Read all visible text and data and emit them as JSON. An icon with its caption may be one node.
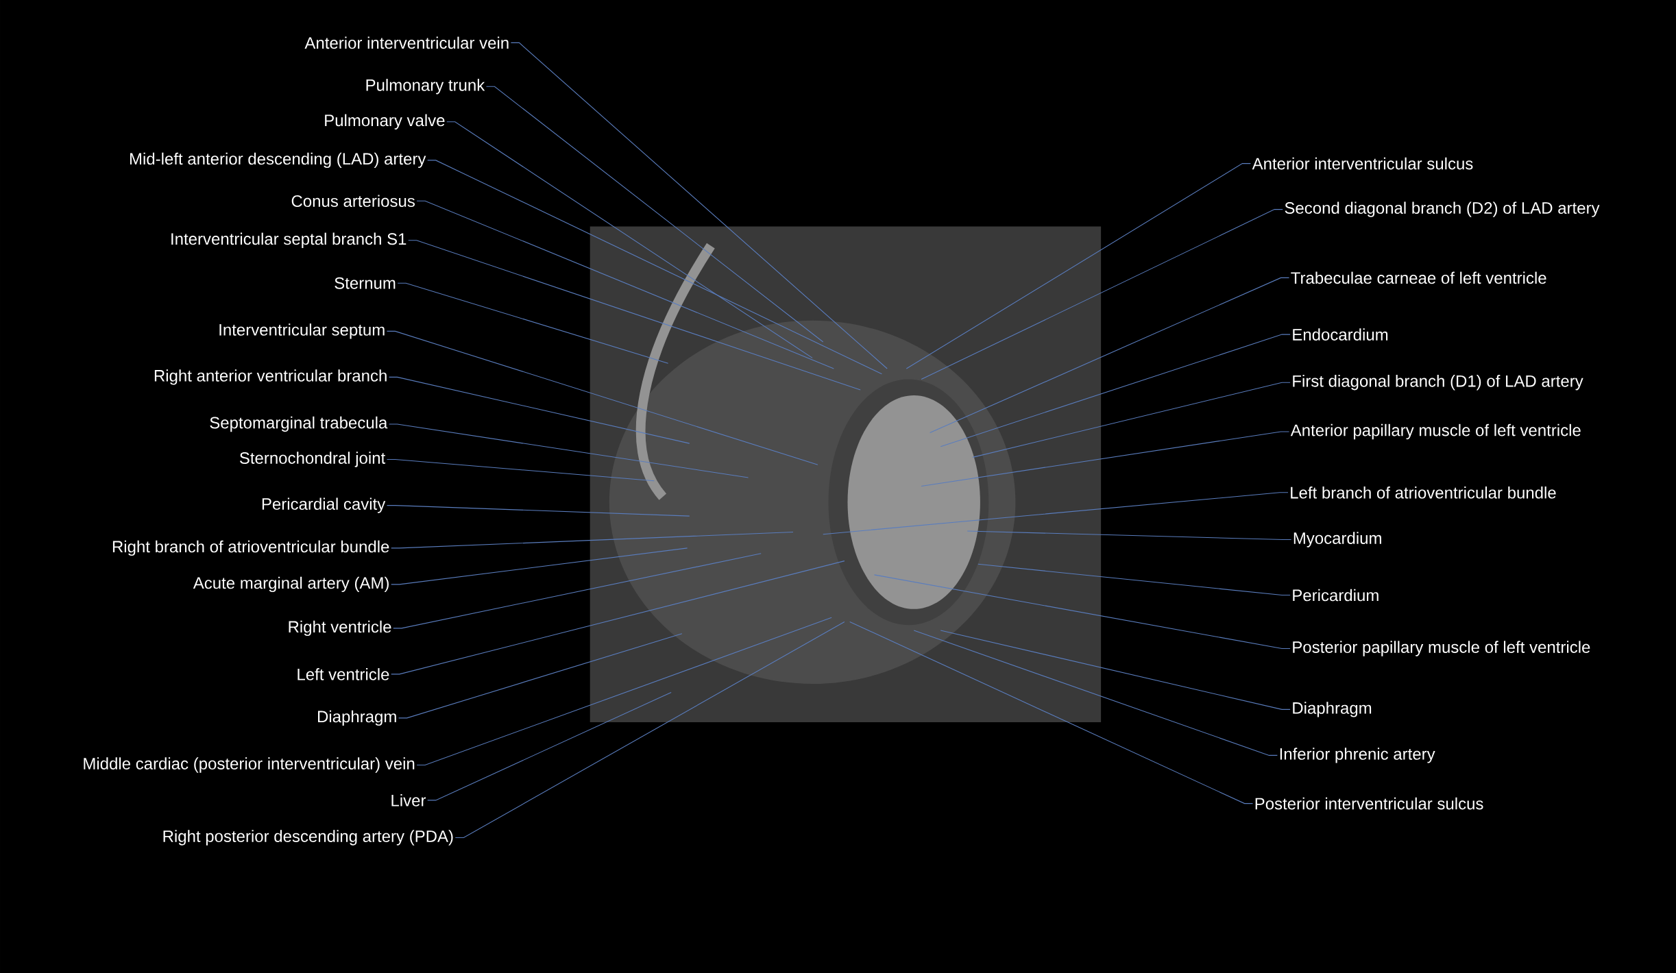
{
  "diagram": {
    "nodes": [
      {
        "text": [
          "Anterior interventricular vein"
        ]
      },
      {
        "text": [
          "Pulmonary trunk"
        ]
      },
      {
        "text": [
          "Pulmonary valve"
        ]
      },
      {
        "text": [
          "Mid-left anterior descending (LAD) artery"
        ]
      },
      {
        "text": [
          "Conus arteriosus"
        ]
      },
      {
        "text": [
          "Interventricular septal branch S1"
        ]
      },
      {
        "text": [
          "Sternum"
        ]
      },
      {
        "text": [
          "Interventricular septum"
        ]
      },
      {
        "text": [
          "Right anterior ventricular branch"
        ]
      },
      {
        "text": [
          "Septomarginal trabecula"
        ]
      },
      {
        "text": [
          "Sternochondral joint"
        ]
      },
      {
        "text": [
          "Pericardial cavity"
        ]
      },
      {
        "text": [
          "Right branch of atrioventricular bundle"
        ]
      },
      {
        "text": [
          "Acute marginal artery (AM)"
        ]
      },
      {
        "text": [
          "Right ventricle"
        ]
      },
      {
        "text": [
          "Left ventricle"
        ]
      },
      {
        "text": [
          "Diaphragm"
        ]
      },
      {
        "text": [
          "Middle cardiac (posterior interventricular) vein"
        ]
      },
      {
        "text": [
          "Liver"
        ]
      },
      {
        "text": [
          "Right posterior descending artery (PDA)"
        ]
      },
      {
        "text": [
          "Anterior interventricular sulcus"
        ]
      },
      {
        "text": [
          "Second diagonal branch (D2) of LAD artery"
        ]
      },
      {
        "text": [
          "Trabeculae carneae of left ventricle"
        ]
      },
      {
        "text": [
          "Endocardium"
        ]
      },
      {
        "text": [
          "First diagonal branch (D1) of LAD artery"
        ]
      },
      {
        "text": [
          "Anterior papillary muscle of left ventricle"
        ]
      },
      {
        "text": [
          "Left branch of atrioventricular bundle"
        ]
      },
      {
        "text": [
          "Myocardium"
        ]
      },
      {
        "text": [
          "Pericardium"
        ]
      },
      {
        "text": [
          "Posterior papillary muscle of left ventricle"
        ]
      },
      {
        "text": [
          "Diaphragm"
        ]
      },
      {
        "text": [
          "Inferior phrenic artery"
        ]
      },
      {
        "text": [
          "Posterior interventricular sulcus"
        ]
      }
    ],
    "edges": [
      {
        "from": 0,
        "to": null,
        "arrow": "none"
      },
      {
        "from": 1,
        "to": null,
        "arrow": "none"
      },
      {
        "from": 2,
        "to": null,
        "arrow": "none"
      },
      {
        "from": 3,
        "to": null,
        "arrow": "none"
      },
      {
        "from": 4,
        "to": null,
        "arrow": "none"
      },
      {
        "from": 5,
        "to": null,
        "arrow": "none"
      },
      {
        "from": 6,
        "to": null,
        "arrow": "none"
      },
      {
        "from": 7,
        "to": null,
        "arrow": "none"
      },
      {
        "from": 8,
        "to": null,
        "arrow": "none"
      },
      {
        "from": 9,
        "to": null,
        "arrow": "none"
      },
      {
        "from": 10,
        "to": null,
        "arrow": "none"
      },
      {
        "from": 11,
        "to": null,
        "arrow": "none"
      },
      {
        "from": 12,
        "to": null,
        "arrow": "none"
      },
      {
        "from": 13,
        "to": null,
        "arrow": "none"
      },
      {
        "from": 14,
        "to": null,
        "arrow": "none"
      },
      {
        "from": 15,
        "to": null,
        "arrow": "none"
      },
      {
        "from": 16,
        "to": null,
        "arrow": "none"
      },
      {
        "from": 17,
        "to": null,
        "arrow": "none"
      },
      {
        "from": 18,
        "to": null,
        "arrow": "none"
      },
      {
        "from": 19,
        "to": null,
        "arrow": "none"
      },
      {
        "from": 20,
        "to": null,
        "arrow": "none"
      },
      {
        "from": 21,
        "to": null,
        "arrow": "none"
      },
      {
        "from": 22,
        "to": null,
        "arrow": "none"
      },
      {
        "from": 23,
        "to": null,
        "arrow": "none"
      },
      {
        "from": 24,
        "to": null,
        "arrow": "none"
      },
      {
        "from": 25,
        "to": null,
        "arrow": "none"
      },
      {
        "from": 26,
        "to": null,
        "arrow": "none"
      },
      {
        "from": 27,
        "to": null,
        "arrow": "none"
      },
      {
        "from": 28,
        "to": null,
        "arrow": "none"
      },
      {
        "from": 29,
        "to": null,
        "arrow": "none"
      },
      {
        "from": 30,
        "to": null,
        "arrow": "none"
      },
      {
        "from": 31,
        "to": null,
        "arrow": "none"
      },
      {
        "from": 32,
        "to": null,
        "arrow": "none"
      }
    ]
  }
}
